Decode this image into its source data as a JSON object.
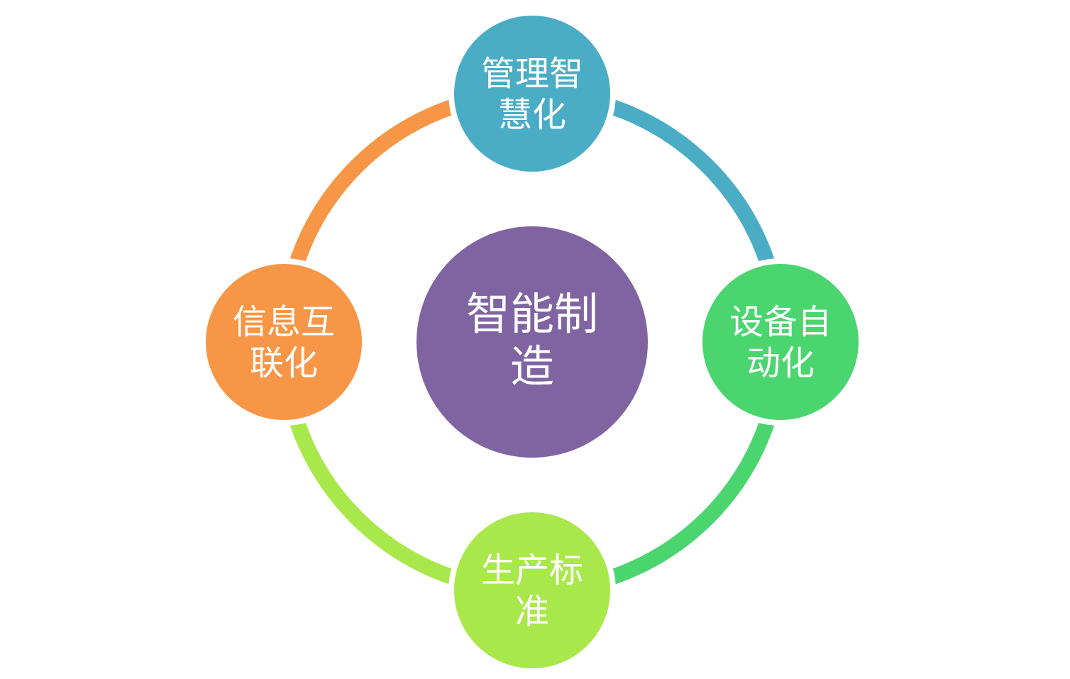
{
  "center": {
    "lines": [
      "智能制",
      "造"
    ],
    "color": "#8064A2"
  },
  "nodes": [
    {
      "id": "top",
      "lines": [
        "管理智",
        "慧化"
      ],
      "color": "#4BACC6"
    },
    {
      "id": "right",
      "lines": [
        "设备自",
        "动化"
      ],
      "color": "#4AD56F"
    },
    {
      "id": "bottom",
      "lines": [
        "生产标",
        "准"
      ],
      "color": "#A9E84A"
    },
    {
      "id": "left",
      "lines": [
        "信息互",
        "联化"
      ],
      "color": "#F79646"
    }
  ]
}
